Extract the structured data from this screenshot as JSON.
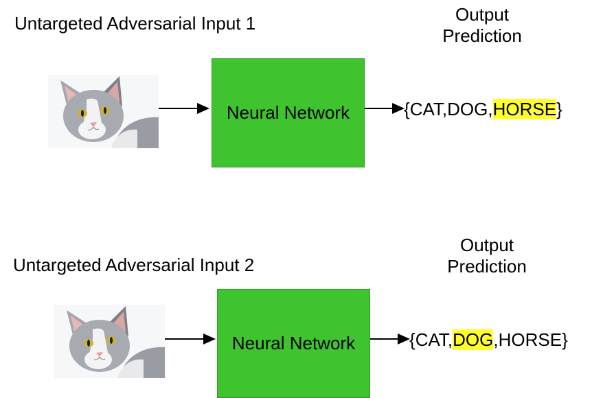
{
  "diagram": {
    "panels": [
      {
        "title": "Untargeted Adversarial Input 1",
        "output_heading_line1": "Output",
        "output_heading_line2": "Prediction",
        "network_label": "Neural Network",
        "prediction": {
          "open": "{",
          "items": [
            "CAT",
            "DOG",
            "HORSE"
          ],
          "separator": ",",
          "close": "}",
          "highlighted": "HORSE"
        }
      },
      {
        "title": "Untargeted Adversarial Input 2",
        "output_heading_line1": "Output",
        "output_heading_line2": "Prediction",
        "network_label": "Neural Network",
        "prediction": {
          "open": "{",
          "items": [
            "CAT",
            "DOG",
            "HORSE"
          ],
          "separator": ",",
          "close": "}",
          "highlighted": "DOG"
        }
      }
    ],
    "colors": {
      "network_box": "#3fc32f",
      "highlight": "#ffff2a",
      "arrow": "#000000"
    }
  }
}
